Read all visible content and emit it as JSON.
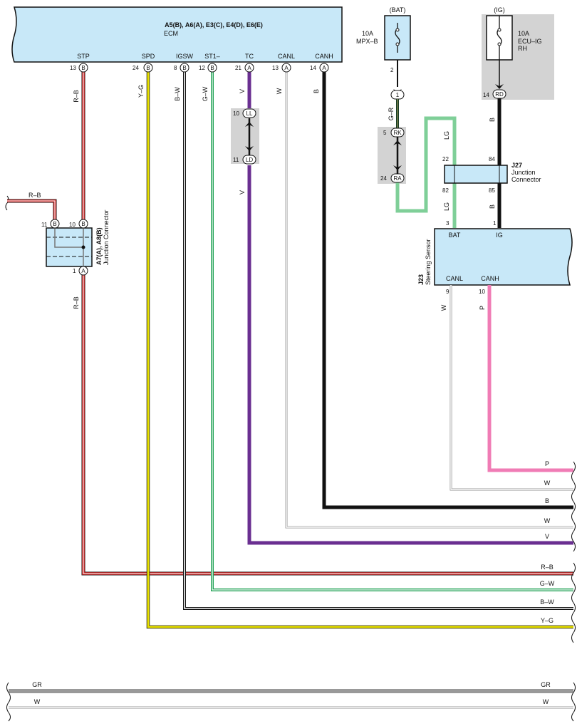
{
  "ecm": {
    "title": "A5(B), A6(A), E3(C), E4(D), E6(E)",
    "name": "ECM",
    "terminals": [
      {
        "label": "STP",
        "pin": "13",
        "conn": "B",
        "wire": "R–B"
      },
      {
        "label": "SPD",
        "pin": "24",
        "conn": "B",
        "wire": "Y–G"
      },
      {
        "label": "IGSW",
        "pin": "8",
        "conn": "B",
        "wire": "B–W"
      },
      {
        "label": "ST1–",
        "pin": "12",
        "conn": "B",
        "wire": "G–W"
      },
      {
        "label": "TC",
        "pin": "21",
        "conn": "A",
        "wire": "V"
      },
      {
        "label": "CANL",
        "pin": "13",
        "conn": "A",
        "wire": "W"
      },
      {
        "label": "CANH",
        "pin": "14",
        "conn": "A",
        "wire": "B"
      }
    ]
  },
  "fuse_bat": {
    "header": "(BAT)",
    "rating": "10A",
    "name": "MPX–B",
    "pin": "2"
  },
  "fuse_ig": {
    "header": "(IG)",
    "rating": "10A",
    "name_line1": "ECU–IG",
    "name_line2": "RH",
    "pin": "14",
    "conn": "RD"
  },
  "connectors": {
    "ll": {
      "pin": "10",
      "label": "LL"
    },
    "ld": {
      "pin": "11",
      "label": "LD"
    },
    "c1": {
      "label": "1"
    },
    "rk": {
      "pin": "5",
      "label": "RK"
    },
    "ra": {
      "pin": "24",
      "label": "RA"
    }
  },
  "jc_a7": {
    "ref": "A7(A), A8(B)",
    "name": "Junction Connector",
    "pin11": "11",
    "conn11": "B",
    "pin10": "10",
    "conn10": "B",
    "pin1": "1",
    "conn1": "A",
    "wire_in": "R–B",
    "wire_out": "R–B"
  },
  "jc_j27": {
    "ref": "J27",
    "name_line1": "Junction",
    "name_line2": "Connector",
    "pin22": "22",
    "pin84": "84",
    "pin82": "82",
    "pin85": "85"
  },
  "steering_sensor": {
    "ref": "J23",
    "name": "Steering Sensor",
    "bat_label": "BAT",
    "bat_pin": "3",
    "ig_label": "IG",
    "ig_pin": "1",
    "canl_label": "CANL",
    "canl_pin": "9",
    "canl_wire": "W",
    "canh_label": "CANH",
    "canh_pin": "10",
    "canh_wire": "P"
  },
  "wire_labels": {
    "gr": "G–R",
    "lg_top": "LG",
    "lg_bot": "LG",
    "b_top": "B",
    "b_bot": "B",
    "v_low": "V"
  },
  "right_wires": [
    {
      "label": "P",
      "color": "#f07cb5"
    },
    {
      "label": "W",
      "color": "#bbbbbb"
    },
    {
      "label": "B",
      "color": "#111111"
    },
    {
      "label": "W",
      "color": "#bbbbbb"
    },
    {
      "label": "V",
      "color": "#6a2f91"
    },
    {
      "label": "R–B",
      "color": "#d32f2f"
    },
    {
      "label": "G–W",
      "color": "#22a356"
    },
    {
      "label": "B–W",
      "color": "#111111"
    },
    {
      "label": "Y–G",
      "color": "#e8e000"
    }
  ],
  "bottom_wires": [
    {
      "label_left": "GR",
      "label_right": "GR",
      "color": "#999999"
    },
    {
      "label_left": "W",
      "label_right": "W",
      "color": "#bbbbbb"
    }
  ],
  "colors": {
    "box_fill": "#c8e8f8",
    "shade": "#d3d3d3",
    "red": "#d32f2f",
    "yellow": "#e8e000",
    "green": "#22a356",
    "violet": "#6a2f91",
    "black": "#111111",
    "white_wire": "#bbbbbb",
    "pink": "#f07cb5",
    "light_green": "#7fcf98",
    "gray": "#999999"
  }
}
